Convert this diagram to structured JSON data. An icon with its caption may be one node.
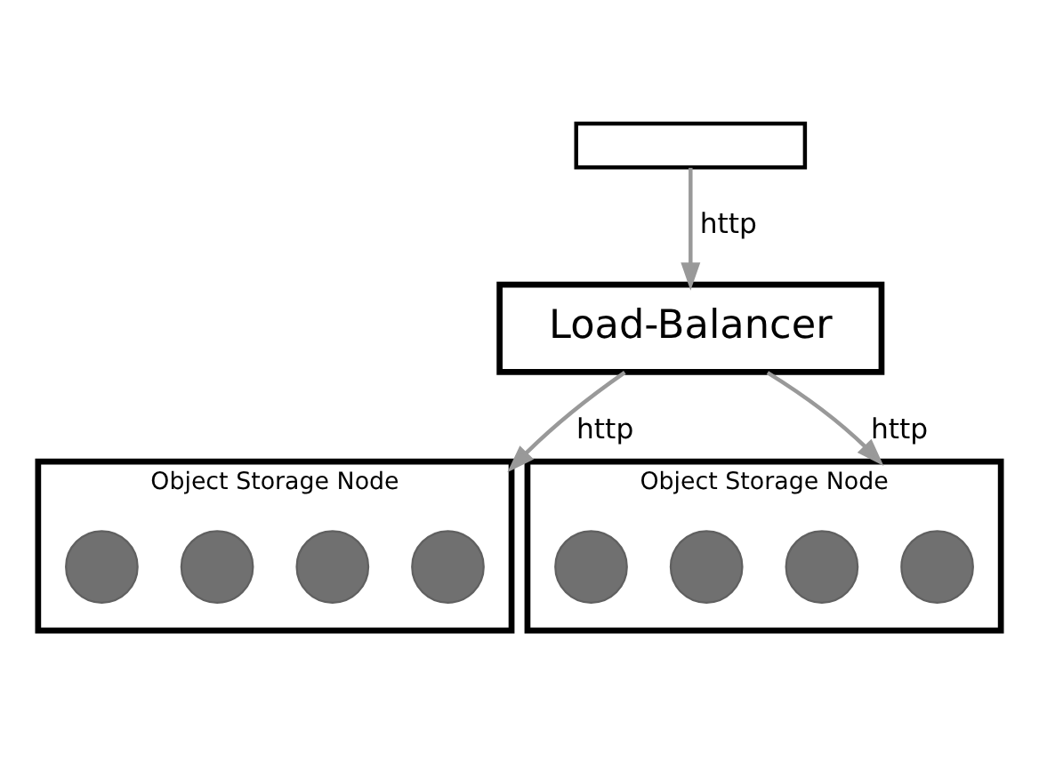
{
  "diagram": {
    "nodes": [
      {
        "text": [],
        "shape": "box"
      },
      {
        "text": [
          "Load-Balancer"
        ]
      },
      {
        "text": [
          "Object Storage Node"
        ]
      },
      {
        "text": [],
        "shape": "circle",
        "in": 2
      },
      {
        "text": [],
        "shape": "circle",
        "in": 2
      },
      {
        "text": [],
        "shape": "circle",
        "in": 2
      },
      {
        "text": [],
        "shape": "circle",
        "in": 2
      },
      {
        "text": [
          "Object Storage Node"
        ]
      },
      {
        "text": [],
        "shape": "circle",
        "in": 7
      },
      {
        "text": [],
        "shape": "circle",
        "in": 7
      },
      {
        "text": [],
        "shape": "circle",
        "in": 7
      },
      {
        "text": [],
        "shape": "circle",
        "in": 7
      }
    ],
    "edges": [
      {
        "from": 0,
        "to": 1,
        "arrow": "to",
        "label": "http"
      },
      {
        "from": 1,
        "to": 2,
        "arrow": "to",
        "label": "http"
      },
      {
        "from": 1,
        "to": 7,
        "arrow": "to",
        "label": "http"
      }
    ]
  }
}
